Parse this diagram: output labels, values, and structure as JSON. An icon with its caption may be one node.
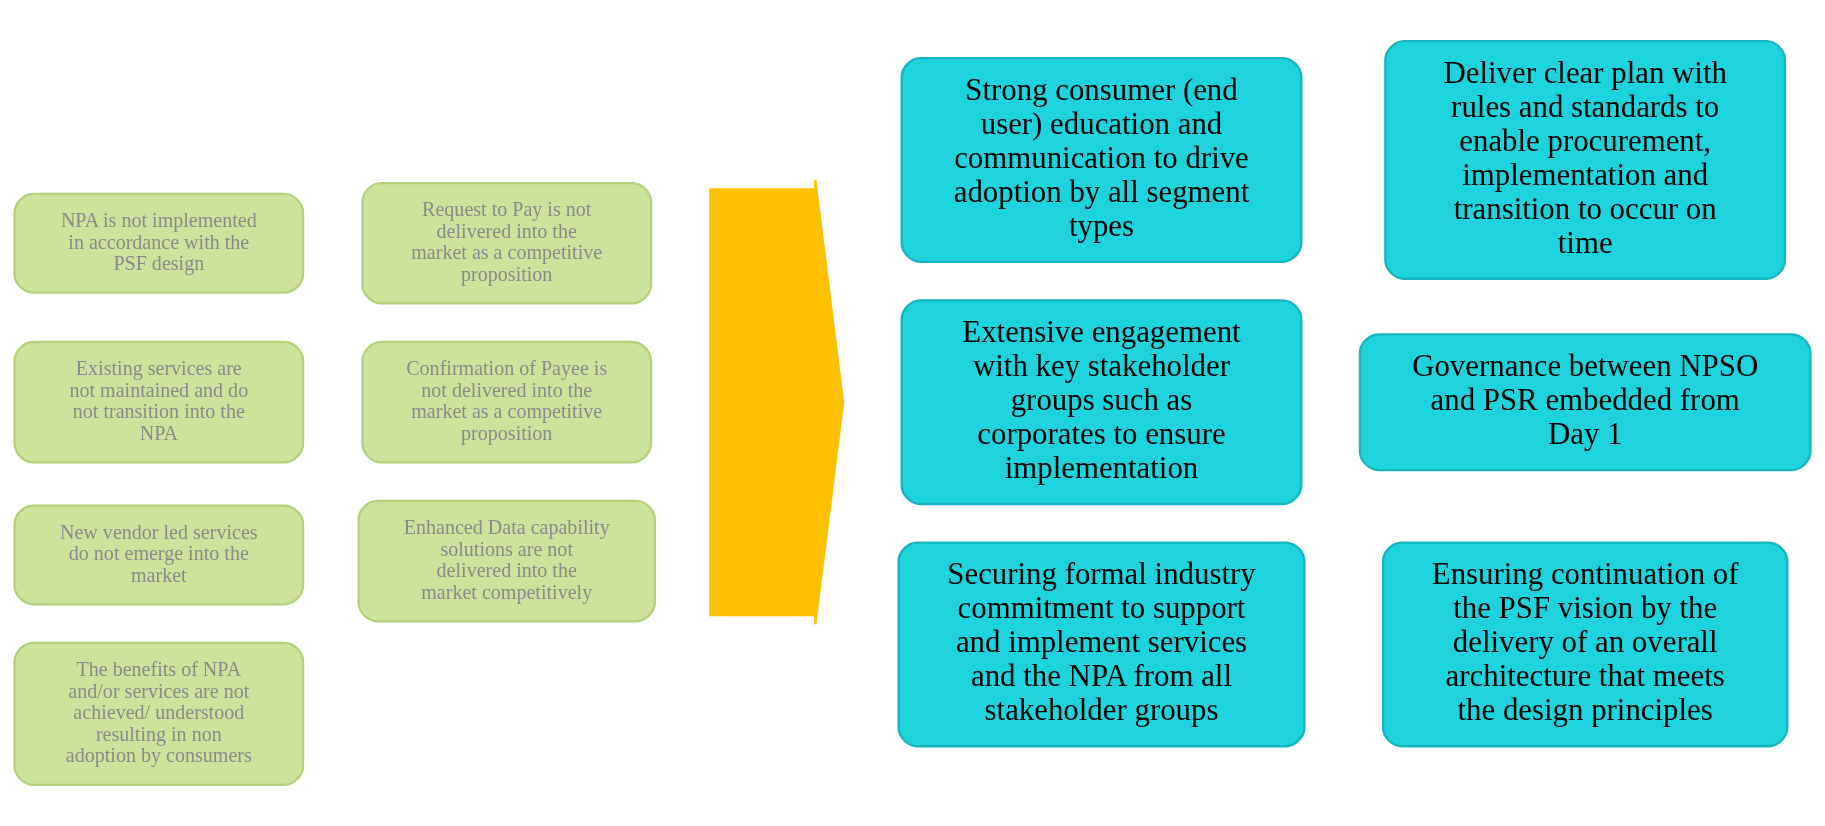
{
  "diagram": {
    "nodes": [
      {
        "text": [
          "NPA is not implemented in accordance with the PSF design"
        ]
      },
      {
        "text": [
          "Existing services are not maintained and do not transition into the NPA"
        ]
      },
      {
        "text": [
          "New vendor led services do not emerge into the market"
        ]
      },
      {
        "text": [
          "The benefits of NPA and/or services are not achieved/ understood resulting in non adoption by consumers"
        ]
      },
      {
        "text": [
          "Request to Pay is not delivered into the market as a competitive proposition"
        ]
      },
      {
        "text": [
          "Confirmation of Payee is not delivered into the market as a competitive proposition"
        ]
      },
      {
        "text": [
          "Enhanced Data capability solutions are not delivered into the market competitively"
        ]
      },
      {
        "text": [],
        "shape": "arrow"
      },
      {
        "text": [
          "Strong consumer (end user) education and communication to drive adoption by all segment types"
        ]
      },
      {
        "text": [
          "Deliver clear plan with rules and standards to enable procurement, implementation and transition to occur on time"
        ]
      },
      {
        "text": [
          "Extensive engagement with key stakeholder groups such as corporates to ensure implementation"
        ]
      },
      {
        "text": [
          "Governance between NPSO and PSR embedded from Day 1"
        ]
      },
      {
        "text": [
          "Securing formal industry commitment to support and implement services and the NPA from all stakeholder groups"
        ]
      },
      {
        "text": [
          "Ensuring continuation of the PSF vision by the delivery of an overall architecture that meets the design principles"
        ]
      }
    ],
    "edges": []
  }
}
